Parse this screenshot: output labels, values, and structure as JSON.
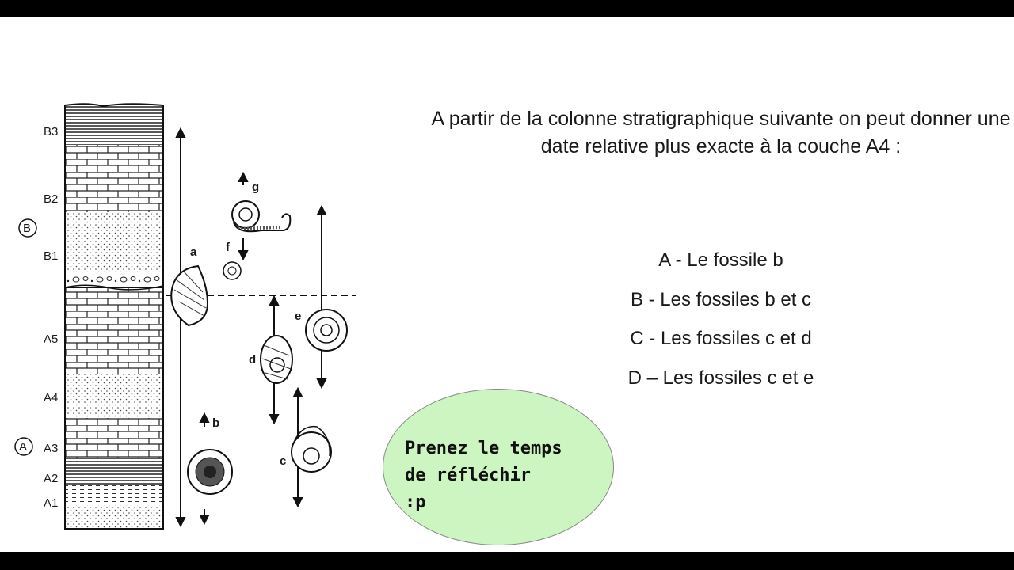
{
  "slide": {
    "question": "A partir de la colonne stratigraphique suivante on peut donner une date relative plus exacte à la couche A4 :",
    "options": [
      "A - Le fossile b",
      "B - Les fossiles b et c",
      "C - Les fossiles c et d",
      "D – Les fossiles c et e"
    ],
    "bubble_text": "Prenez le temps\nde réfléchir\n:p"
  },
  "figure": {
    "layers": [
      "B3",
      "B2",
      "B1",
      "A5",
      "A4",
      "A3",
      "A2",
      "A1"
    ],
    "groups": [
      "B",
      "A"
    ],
    "fossils": [
      "a",
      "b",
      "c",
      "d",
      "e",
      "f",
      "g"
    ]
  },
  "colors": {
    "background": "#ffffff",
    "bubble_fill": "#cdf5c1",
    "frame": "#000000"
  }
}
